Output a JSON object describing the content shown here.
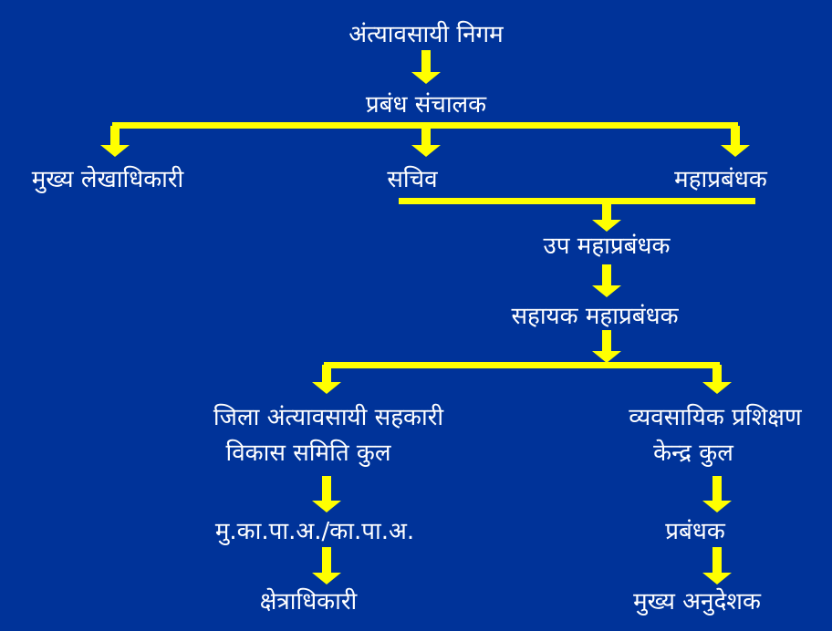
{
  "colors": {
    "background": "#003399",
    "connector": "#ffff00",
    "text": "#ffffff"
  },
  "nodes": {
    "corporation": "अंत्यावसायी निगम",
    "managing_director": "प्रबंध संचालक",
    "chief_accounts_officer": "मुख्य लेखाधिकारी",
    "secretary": "सचिव",
    "general_manager": "महाप्रबंधक",
    "deputy_general_manager": "उप महाप्रबंधक",
    "assistant_general_manager": "सहायक महाप्रबंधक",
    "district_society_line1": "जिला अंत्यावसायी सहकारी",
    "district_society_line2": "विकास समिति कुल",
    "ceo": "मु.का.पा.अ./का.पा.अ.",
    "area_officer": "क्षेत्राधिकारी",
    "vocational_centre_line1": "व्यवसायिक प्रशिक्षण",
    "vocational_centre_line2": "केन्द्र कुल",
    "manager": "प्रबंधक",
    "chief_instructor": "मुख्य अनुदेशक"
  }
}
